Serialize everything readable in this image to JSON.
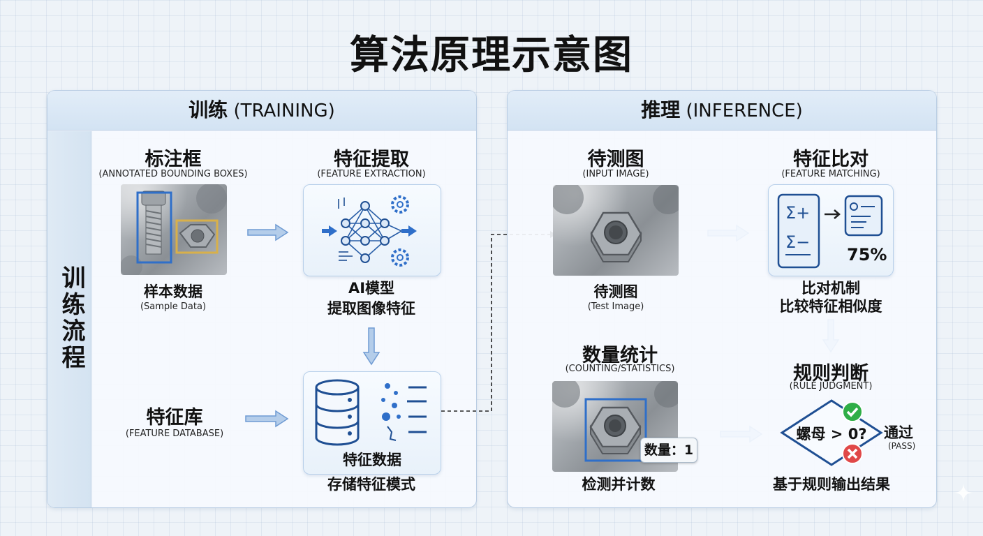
{
  "title": "算法原理示意图",
  "training": {
    "header_zh": "训练",
    "header_en": "(TRAINING)",
    "side_label": "训练流程",
    "annotated": {
      "title": "标注框",
      "subtitle": "(ANNOTATED BOUNDING BOXES)",
      "caption_zh": "样本数据",
      "caption_en": "(Sample Data)"
    },
    "extraction": {
      "title": "特征提取",
      "subtitle": "(FEATURE EXTRACTION)",
      "caption_line1": "AI模型",
      "caption_line2": "提取图像特征"
    },
    "database": {
      "title": "特征库",
      "subtitle": "(FEATURE DATABASE)",
      "caption_line1": "特征数据",
      "caption_line2": "存储特征模式"
    }
  },
  "inference": {
    "header_zh": "推理",
    "header_en": "(INFERENCE)",
    "input": {
      "title": "待测图",
      "subtitle": "(INPUT IMAGE)",
      "caption_zh": "待测图",
      "caption_en": "(Test Image)"
    },
    "matching": {
      "title": "特征比对",
      "subtitle": "(FEATURE MATCHING)",
      "percent": "75%",
      "caption_line1": "比对机制",
      "caption_line2": "比较特征相似度"
    },
    "counting": {
      "title": "数量统计",
      "subtitle": "(COUNTING/STATISTICS)",
      "badge": "数量：1",
      "caption": "检测并计数"
    },
    "rule": {
      "title": "规则判断",
      "subtitle": "(RULE JUDGMENT)",
      "condition": "螺母 > 0?",
      "pass_zh": "通过",
      "pass_en": "(PASS)",
      "caption": "基于规则输出结果"
    }
  },
  "colors": {
    "accent_blue": "#2f6fc9",
    "arrow_blue": "#7fa8d8",
    "check_green": "#2fae47",
    "cross_red": "#e04848",
    "box_yellow": "#d8b04a"
  }
}
